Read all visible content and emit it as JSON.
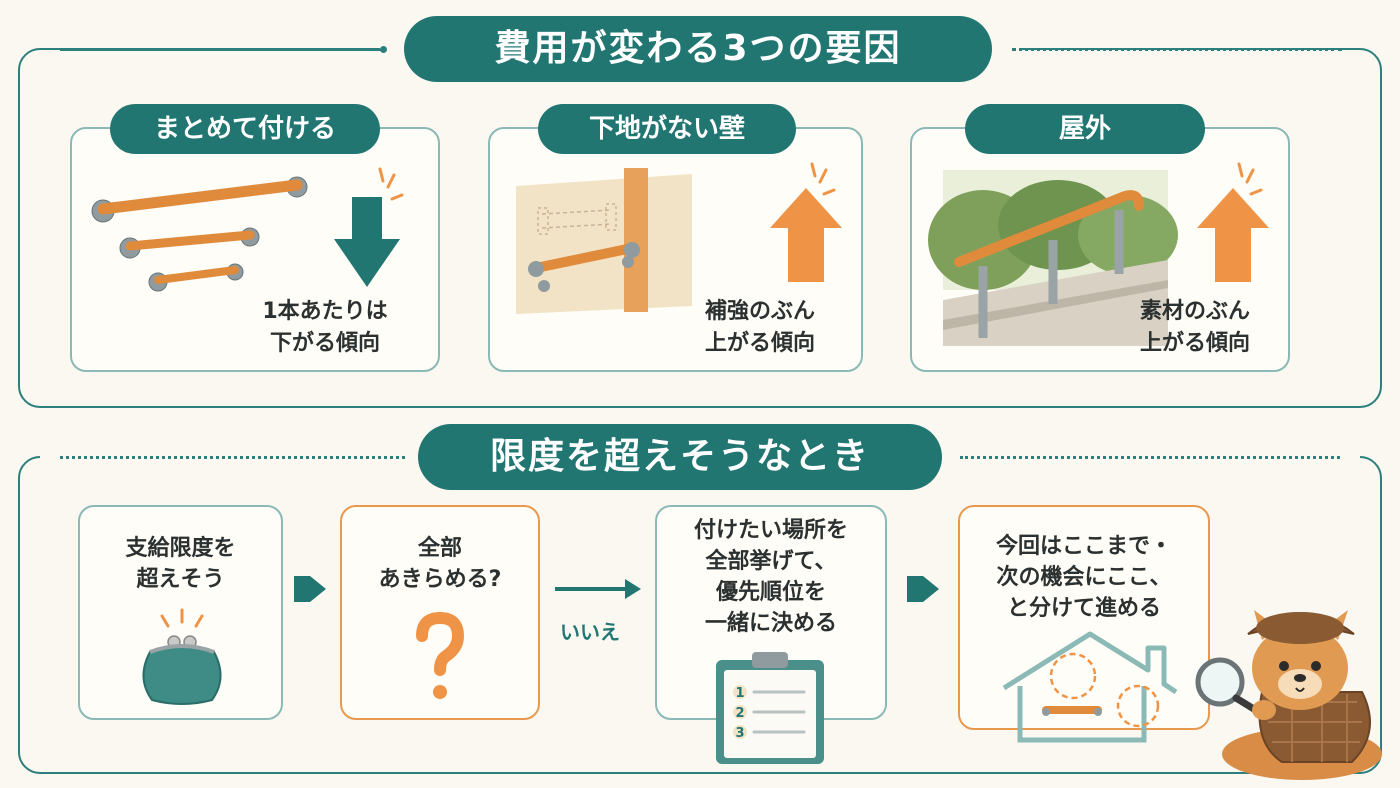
{
  "section1": {
    "title": "費用が変わる3つの要因",
    "cards": [
      {
        "label": "まとめて付ける",
        "caption": "1本あたりは\n下がる傾向",
        "arrow": "down"
      },
      {
        "label": "下地がない壁",
        "caption": "補強のぶん\n上がる傾向",
        "arrow": "up"
      },
      {
        "label": "屋外",
        "caption": "素材のぶん\n上がる傾向",
        "arrow": "up"
      }
    ]
  },
  "section2": {
    "title": "限度を超えそうなとき",
    "steps": [
      {
        "text": "支給限度を\n超えそう"
      },
      {
        "text": "全部\nあきらめる?"
      },
      {
        "text": "付けたい場所を\n全部挙げて、\n優先順位を\n一緒に決める"
      },
      {
        "text": "今回はここまで・\n次の機会にここ、\nと分けて進める"
      }
    ],
    "branch_label": "いいえ",
    "checklist_numbers": [
      "1",
      "2",
      "3"
    ]
  },
  "colors": {
    "teal": "#217672",
    "orange": "#e8994d",
    "rail": "#e08a3c",
    "down_arrow": "#217672",
    "up_arrow": "#ef9446"
  }
}
